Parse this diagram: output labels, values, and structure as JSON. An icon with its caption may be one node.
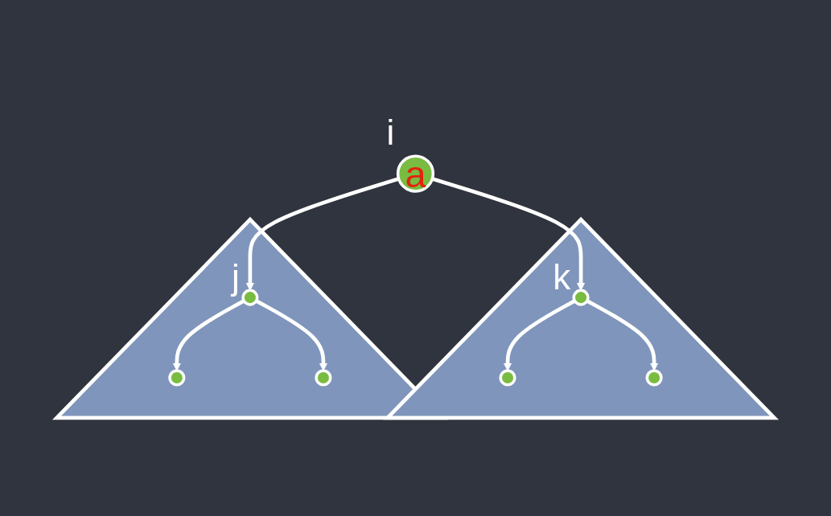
{
  "diagram": {
    "nodes": [
      {
        "text": [
          "a"
        ],
        "beside": [
          "i"
        ]
      },
      {
        "text": [],
        "shape": "triangle"
      },
      {
        "text": [],
        "shape": "circle",
        "in": 1,
        "beside": [
          "j"
        ]
      },
      {
        "text": [],
        "shape": "circle",
        "in": 1
      },
      {
        "text": [],
        "shape": "circle",
        "in": 1
      },
      {
        "text": [],
        "shape": "triangle"
      },
      {
        "text": [],
        "shape": "circle",
        "in": 5,
        "beside": [
          "k"
        ]
      },
      {
        "text": [],
        "shape": "circle",
        "in": 5
      },
      {
        "text": [],
        "shape": "circle",
        "in": 5
      }
    ],
    "edges": [
      {
        "from": 0,
        "to": 2,
        "arrow": "to"
      },
      {
        "from": 0,
        "to": 6,
        "arrow": "to"
      },
      {
        "from": 2,
        "to": 3,
        "arrow": "to"
      },
      {
        "from": 2,
        "to": 4,
        "arrow": "to"
      },
      {
        "from": 6,
        "to": 7,
        "arrow": "to"
      },
      {
        "from": 6,
        "to": 8,
        "arrow": "to"
      }
    ]
  }
}
